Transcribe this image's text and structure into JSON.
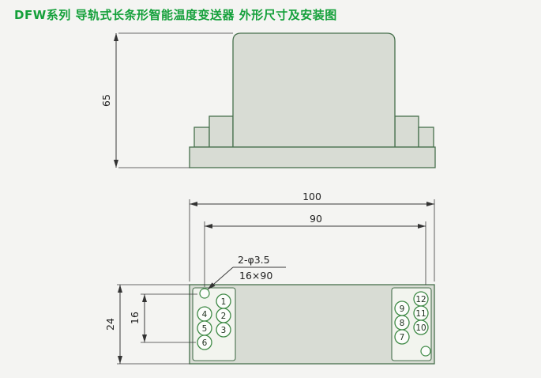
{
  "title": "DFW系列 导轨式长条形智能温度变送器 外形尺寸及安装图",
  "side_view": {
    "height_dim": "65"
  },
  "top_view": {
    "overall_width_dim": "100",
    "hole_span_dim": "90",
    "overall_height_dim": "24",
    "hole_offset_dim": "16",
    "hole_note_top": "2-φ3.5",
    "hole_note_bottom": "16×90",
    "terminals": {
      "left": {
        "inner": [
          "1",
          "2",
          "3"
        ],
        "outer": [
          "4",
          "5",
          "6"
        ]
      },
      "right": {
        "inner": [
          "9",
          "8",
          "7"
        ],
        "outer": [
          "12",
          "11",
          "10"
        ]
      }
    }
  },
  "colors": {
    "title_green": "#14a03a",
    "drawing_line_green": "#47704d",
    "terminal_circle_green": "#3f8a46",
    "body_fill": "#d8dcd4",
    "panel_fill": "#f2f4ee",
    "dimension_line": "#3a3a3a",
    "background": "#f4f4f2"
  }
}
